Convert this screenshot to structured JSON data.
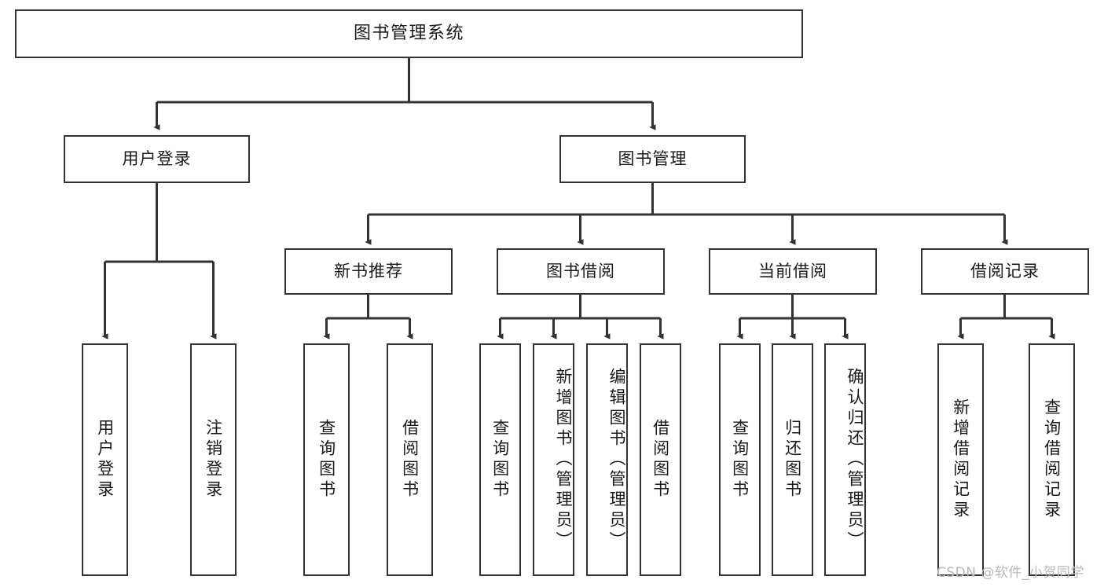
{
  "diagram": {
    "title": "图书管理系统",
    "type": "tree",
    "colors": {
      "box_border": "#333333",
      "box_fill": "#ffffff",
      "connector": "#333333",
      "text": "#1a1a1a",
      "watermark": "#b9b9b9",
      "background": "#ffffff"
    },
    "root": {
      "id": "root",
      "label": "图书管理系统"
    },
    "level2": [
      {
        "id": "user-login",
        "label": "用户登录"
      },
      {
        "id": "book-manage",
        "label": "图书管理"
      }
    ],
    "level3": [
      {
        "id": "new-book-recommend",
        "label": "新书推荐",
        "parent": "book-manage"
      },
      {
        "id": "book-borrow",
        "label": "图书借阅",
        "parent": "book-manage"
      },
      {
        "id": "current-borrow",
        "label": "当前借阅",
        "parent": "book-manage"
      },
      {
        "id": "borrow-record",
        "label": "借阅记录",
        "parent": "book-manage"
      }
    ],
    "leaves": {
      "user-login": [
        {
          "id": "leaf-user-login",
          "label": "用户登录"
        },
        {
          "id": "leaf-logout",
          "label": "注销登录"
        }
      ],
      "new-book-recommend": [
        {
          "id": "leaf-query-book-1",
          "label": "查询图书"
        },
        {
          "id": "leaf-borrow-book-1",
          "label": "借阅图书"
        }
      ],
      "book-borrow": [
        {
          "id": "leaf-query-book-2",
          "label": "查询图书"
        },
        {
          "id": "leaf-add-book",
          "label": "新增图书（管理员）"
        },
        {
          "id": "leaf-edit-book",
          "label": "编辑图书（管理员）"
        },
        {
          "id": "leaf-borrow-book-2",
          "label": "借阅图书"
        }
      ],
      "current-borrow": [
        {
          "id": "leaf-query-book-3",
          "label": "查询图书"
        },
        {
          "id": "leaf-return-book",
          "label": "归还图书"
        },
        {
          "id": "leaf-confirm-return",
          "label": "确认归还（管理员）"
        }
      ],
      "borrow-record": [
        {
          "id": "leaf-add-record",
          "label": "新增借阅记录"
        },
        {
          "id": "leaf-query-record",
          "label": "查询借阅记录"
        }
      ]
    }
  },
  "watermark": {
    "text": "CSDN @软件_小贺同学"
  }
}
